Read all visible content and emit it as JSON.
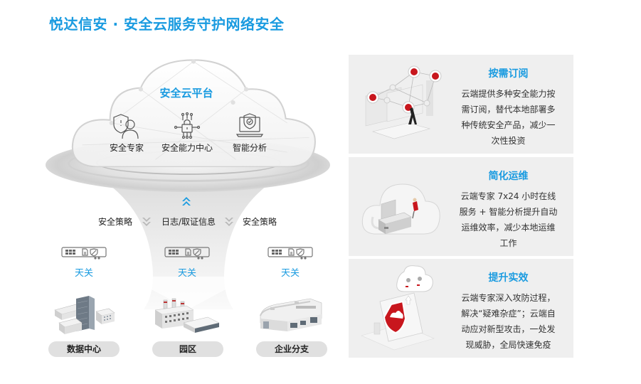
{
  "title": "悦达信安 · 安全云服务守护网络安全",
  "colors": {
    "accent": "#1a9be0",
    "panel_bg": "#efefef",
    "pill_bg": "#e0e0e0",
    "alert_red": "#c8161d",
    "text": "#222222"
  },
  "cloud": {
    "title": "安全云平台",
    "items": [
      {
        "label": "安全专家",
        "icon": "security-expert-icon"
      },
      {
        "label": "安全能力中心",
        "icon": "security-capability-center-icon"
      },
      {
        "label": "智能分析",
        "icon": "intelligent-analysis-icon"
      }
    ]
  },
  "flow": {
    "up_icon": "double-chevron-up-icon",
    "labels": [
      "安全策略",
      "日志/取证信息",
      "安全策略"
    ],
    "down_icon": "double-chevron-down-icon"
  },
  "gateways": [
    {
      "label": "天关"
    },
    {
      "label": "天关"
    },
    {
      "label": "天关"
    }
  ],
  "sites": [
    {
      "label": "数据中心",
      "icon": "data-center-building-icon"
    },
    {
      "label": "园区",
      "icon": "campus-factory-icon"
    },
    {
      "label": "企业分支",
      "icon": "enterprise-branch-building-icon"
    }
  ],
  "panels": [
    {
      "title": "按需订阅",
      "desc": "云端提供多种安全能力按需订阅，替代本地部署多种传统安全产品，减少一次性投资",
      "lines": [
        "云端提供多种安全能力按",
        "需订阅，替代本地部署多",
        "种传统安全产品，减少一",
        "次性投资"
      ]
    },
    {
      "title": "简化运维",
      "desc": "云端专家 7x24 小时在线服务 + 智能分析提升自动运维效率，减少本地运维工作",
      "lines": [
        "云端专家 7x24 小时在线",
        "服务 + 智能分析提升自动",
        "运维效率，减少本地运维",
        "工作"
      ]
    },
    {
      "title": "提升实效",
      "desc": "云端专家深入攻防过程，解决“疑难杂症”；云端自动应对新型攻击，一处发现威胁，全局快速免疫",
      "lines": [
        "云端专家深入攻防过程，",
        "解决“疑难杂症”；云端自",
        "动应对新型攻击，一处发",
        "现威胁，全局快速免疫"
      ]
    }
  ]
}
